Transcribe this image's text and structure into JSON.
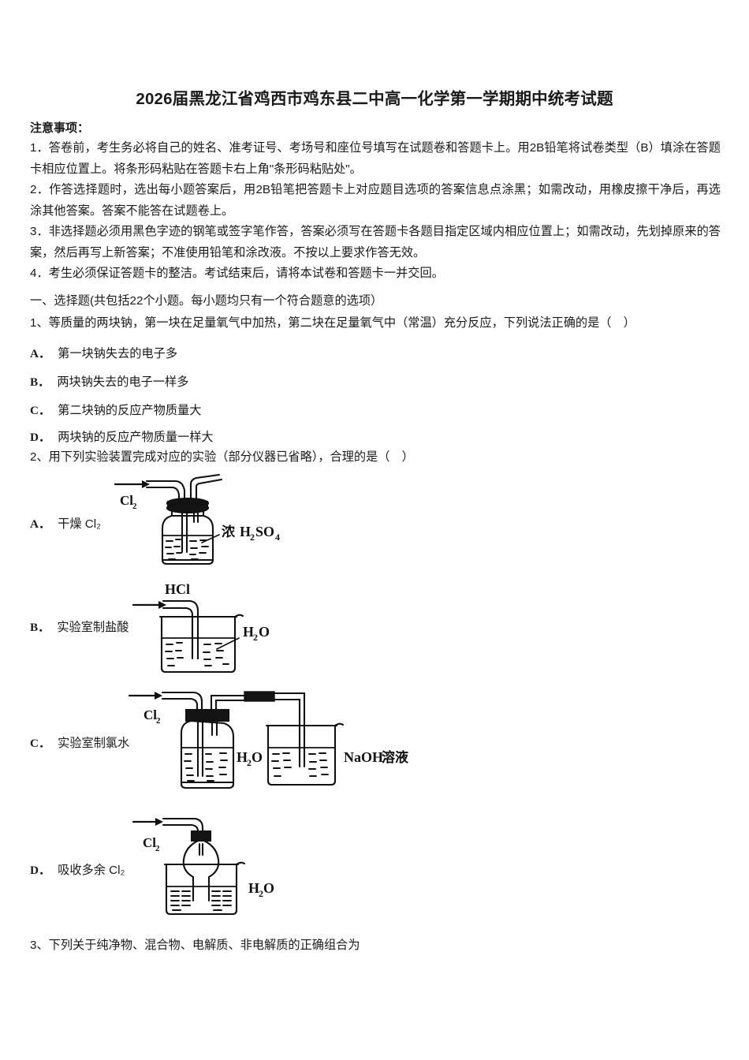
{
  "document": {
    "title": "2026届黑龙江省鸡西市鸡东县二中高一化学第一学期期中统考试题",
    "notice_heading": "注意事项：",
    "notices": [
      "1．答卷前，考生务必将自己的姓名、准考证号、考场号和座位号填写在试题卷和答题卡上。用2B铅笔将试卷类型（B）填涂在答题卡相应位置上。将条形码粘贴在答题卡右上角\"条形码粘贴处\"。",
      "2．作答选择题时，选出每小题答案后，用2B铅笔把答题卡上对应题目选项的答案信息点涂黑；如需改动，用橡皮擦干净后，再选涂其他答案。答案不能答在试题卷上。",
      "3．非选择题必须用黑色字迹的钢笔或签字笔作答，答案必须写在答题卡各题目指定区域内相应位置上；如需改动，先划掉原来的答案，然后再写上新答案；不准使用铅笔和涂改液。不按以上要求作答无效。",
      "4．考生必须保证答题卡的整洁。考试结束后，请将本试卷和答题卡一并交回。"
    ],
    "section_heading": "一、选择题(共包括22个小题。每小题均只有一个符合题意的选项）"
  },
  "questions": [
    {
      "number": "1、",
      "stem": "等质量的两块钠，第一块在足量氧气中加热，第二块在足量氧气中（常温）充分反应，下列说法正确的是（　）",
      "options": [
        {
          "label": "A．",
          "text": "第一块钠失去的电子多"
        },
        {
          "label": "B．",
          "text": "两块钠失去的电子一样多"
        },
        {
          "label": "C．",
          "text": "第二块钠的反应产物质量大"
        },
        {
          "label": "D．",
          "text": "两块钠的反应产物质量一样大"
        }
      ]
    },
    {
      "number": "2、",
      "stem": "用下列实验装置完成对应的实验（部分仪器已省略），合理的是（　）",
      "options": [
        {
          "label": "A．",
          "text": "干燥 Cl₂",
          "figure": "gas-washing-bottle",
          "figure_labels": {
            "inlet": "Cl₂",
            "reagent": "浓 H₂SO₄"
          }
        },
        {
          "label": "B．",
          "text": "实验室制盐酸",
          "figure": "tube-into-beaker",
          "figure_labels": {
            "inlet": "HCl",
            "reagent": "H₂O"
          }
        },
        {
          "label": "C．",
          "text": "实验室制氯水",
          "figure": "bottle-plus-beaker",
          "figure_labels": {
            "inlet": "Cl₂",
            "reagent": "H₂O",
            "reagent2": "NaOH 溶液"
          }
        },
        {
          "label": "D．",
          "text": "吸收多余 Cl₂",
          "figure": "inverted-funnel",
          "figure_labels": {
            "inlet": "Cl₂",
            "reagent": "H₂O"
          }
        }
      ]
    },
    {
      "number": "3、",
      "stem": "下列关于纯净物、混合物、电解质、非电解质的正确组合为",
      "options": []
    }
  ],
  "colors": {
    "ink": "#1a1a1a",
    "paper": "#ffffff",
    "figure_line": "#111111"
  }
}
